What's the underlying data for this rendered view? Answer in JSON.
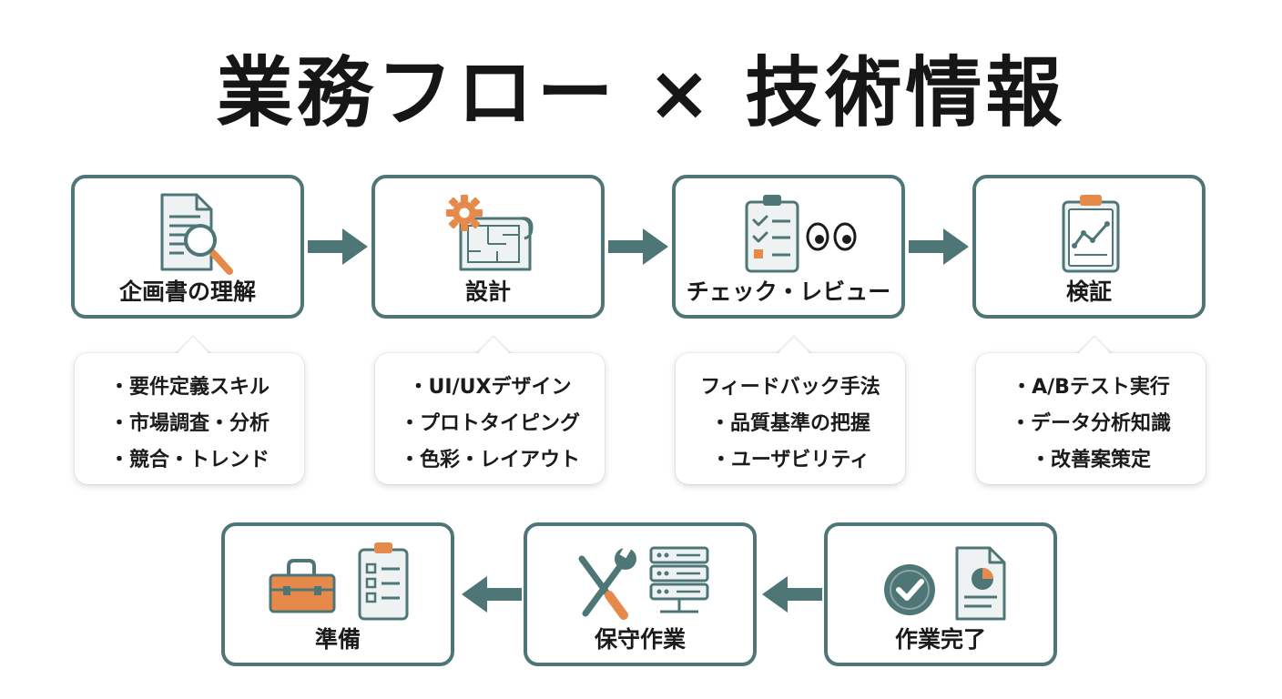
{
  "title": "業務フロー × 技術情報",
  "steps": [
    {
      "label": "企画書の理解",
      "icons": [
        "document-icon",
        "magnifier-icon"
      ]
    },
    {
      "label": "設計",
      "icons": [
        "gear-icon",
        "blueprint-icon"
      ]
    },
    {
      "label": "チェック・レビュー",
      "icons": [
        "checklist-clipboard-icon",
        "eyes-icon"
      ]
    },
    {
      "label": "検証",
      "icons": [
        "chart-clipboard-icon"
      ]
    },
    {
      "label": "準備",
      "icons": [
        "toolbox-icon",
        "checklist-clipboard-icon"
      ]
    },
    {
      "label": "保守作業",
      "icons": [
        "wrench-screwdriver-icon",
        "server-icon"
      ]
    },
    {
      "label": "作業完了",
      "icons": [
        "check-circle-icon",
        "pie-report-icon"
      ]
    }
  ],
  "details": [
    {
      "lines": [
        "・要件定義スキル",
        "・市場調査・分析",
        "・競合・トレンド"
      ]
    },
    {
      "lines": [
        "・UI/UXデザイン",
        "・プロトタイピング",
        "・色彩・レイアウト"
      ]
    },
    {
      "lines": [
        "フィードバック手法",
        "・品質基準の把握",
        "・ユーザビリティ"
      ]
    },
    {
      "lines": [
        "・A/Bテスト実行",
        "・データ分析知識",
        "・改善案策定"
      ]
    }
  ],
  "colors": {
    "border": "#4f7677",
    "arrow": "#4f7677",
    "accent": "#e58a4a",
    "icon_fill": "#eef2f2"
  }
}
